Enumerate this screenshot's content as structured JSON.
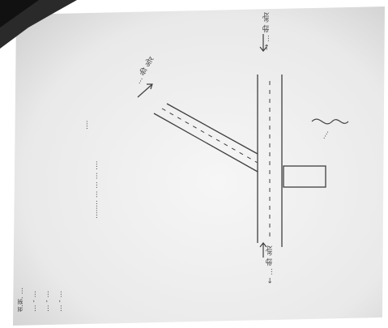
{
  "sheet": {
    "labels": {
      "top_right_to": "→ ... की ओर",
      "to_direction_mid": "... की ओर",
      "right_margin_note": "....",
      "bottom_left_to": "← ... की ओर",
      "left_note_line1": "स.क्र. ...",
      "left_note_line2": "... - ...",
      "left_note_line3": "... - ...",
      "left_note_line4": "... - ...",
      "center_text": "........ ... ... ... ....",
      "stamp": "...."
    }
  }
}
